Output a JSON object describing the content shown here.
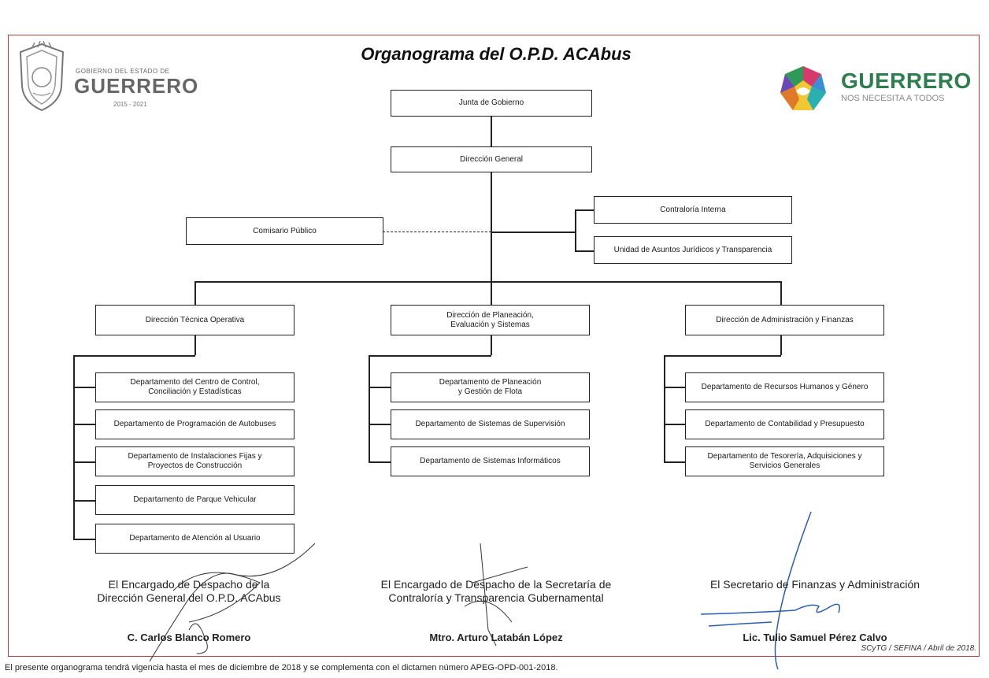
{
  "title": "Organograma del O.P.D. ACAbus",
  "header": {
    "left_logo": {
      "icon": "state-coat-of-arms",
      "line1": "GOBIERNO DEL ESTADO DE",
      "line2": "GUERRERO",
      "line3": "2015 - 2021"
    },
    "right_logo": {
      "icon": "guerrero-emblem",
      "line1": "GUERRERO",
      "line2": "NOS NECESITA A TODOS",
      "color": "#2e7d4f"
    }
  },
  "org": {
    "junta": "Junta de Gobierno",
    "direccion_general": "Dirección General",
    "comisario": "Comisario Público",
    "contraloria": "Contraloría Interna",
    "juridicos": "Unidad de Asuntos Jurídicos y Transparencia",
    "dir_tecnica": "Dirección Técnica Operativa",
    "dir_planeacion": "Dirección de Planeación,\nEvaluación y Sistemas",
    "dir_admin": "Dirección de Administración y Finanzas",
    "tecnica_deps": [
      "Departamento del Centro de Control,\nConciliación y Estadísticas",
      "Departamento de Programación de Autobuses",
      "Departamento de Instalaciones Fijas y\nProyectos de Construcción",
      "Departamento de Parque Vehicular",
      "Departamento de Atención al Usuario"
    ],
    "planeacion_deps": [
      "Departamento de Planeación\ny Gestión de Flota",
      "Departamento de Sistemas de Supervisión",
      "Departamento de Sistemas Informáticos"
    ],
    "admin_deps": [
      "Departamento de Recursos Humanos y Género",
      "Departamento de Contabilidad y Presupuesto",
      "Departamento de Tesorería, Adquisiciones y\nServicios Generales"
    ]
  },
  "signatures": [
    {
      "title": "El Encargado de Despacho de la\nDirección General del O.P.D. ACAbus",
      "name": "C. Carlos Blanco Romero"
    },
    {
      "title": "El Encargado de Despacho de la Secretaría de\nContraloría y Transparencia Gubernamental",
      "name": "Mtro. Arturo Latabán López"
    },
    {
      "title": "El Secretario de Finanzas y Administración",
      "name": "Lic. Tulio Samuel Pérez Calvo"
    }
  ],
  "reference": "SCyTG / SEFINA / Abril de 2018.",
  "footer": "El presente organograma tendrá vigencia hasta el mes de diciembre de 2018 y se complementa con el dictamen número APEG-OPD-001-2018."
}
